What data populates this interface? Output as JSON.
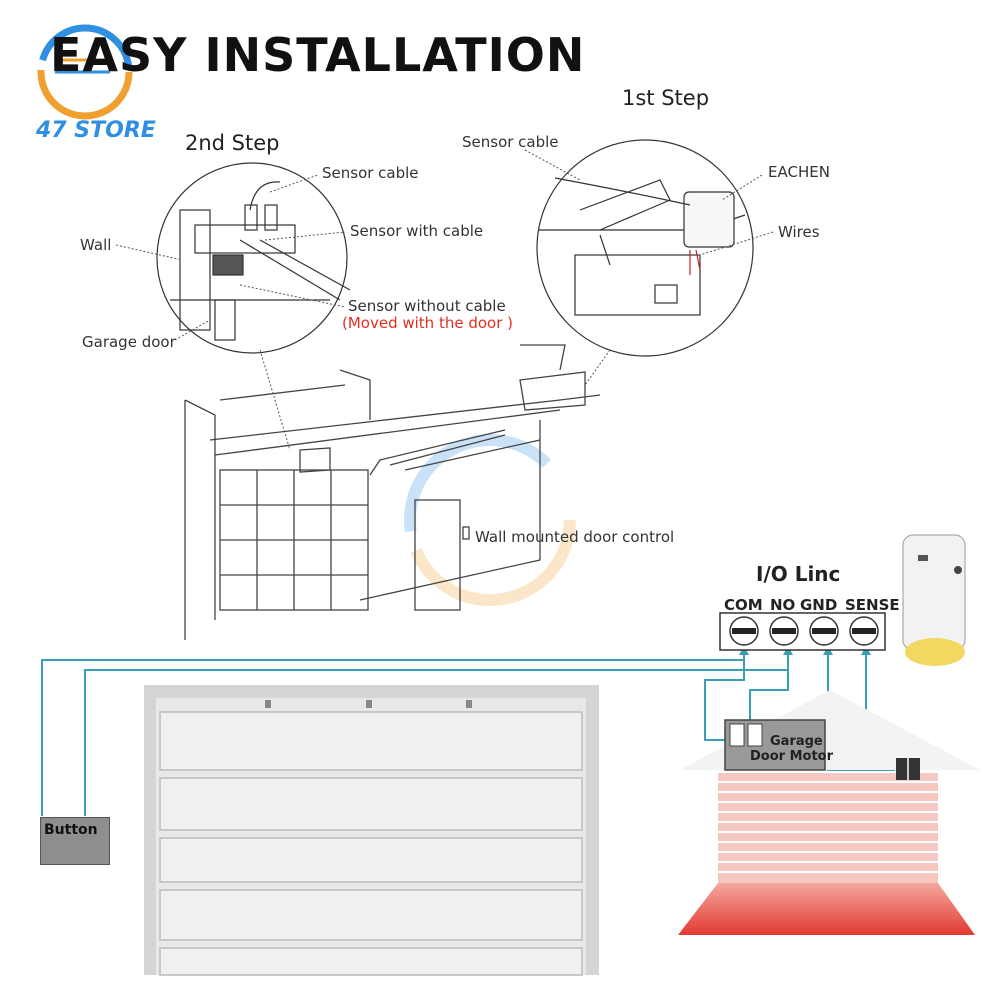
{
  "header": {
    "title": "EASY INSTALLATION",
    "brand": "47 STORE"
  },
  "step1": {
    "title": "1st Step",
    "sensor_cable": "Sensor cable",
    "eachen": "EACHEN",
    "wires": "Wires"
  },
  "step2": {
    "title": "2nd Step",
    "sensor_cable": "Sensor cable",
    "sensor_with_cable": "Sensor with cable",
    "wall": "Wall",
    "sensor_without_cable": "Sensor without cable",
    "moved_with_door": "(Moved with the door )",
    "garage_door": "Garage door"
  },
  "garage_scene": {
    "wall_control": "Wall mounted door control"
  },
  "wiring": {
    "module_title": "I/O Linc",
    "terminals": [
      "COM",
      "NO",
      "GND",
      "SENSE"
    ],
    "button_label": "Button",
    "motor_label_line1": "Garage",
    "motor_label_line2": "Door Motor"
  },
  "colors": {
    "wire": "#3a9fb5",
    "accent_red": "#e03020",
    "brand_blue": "#2f8fe0",
    "door_red": "#e85a50"
  }
}
